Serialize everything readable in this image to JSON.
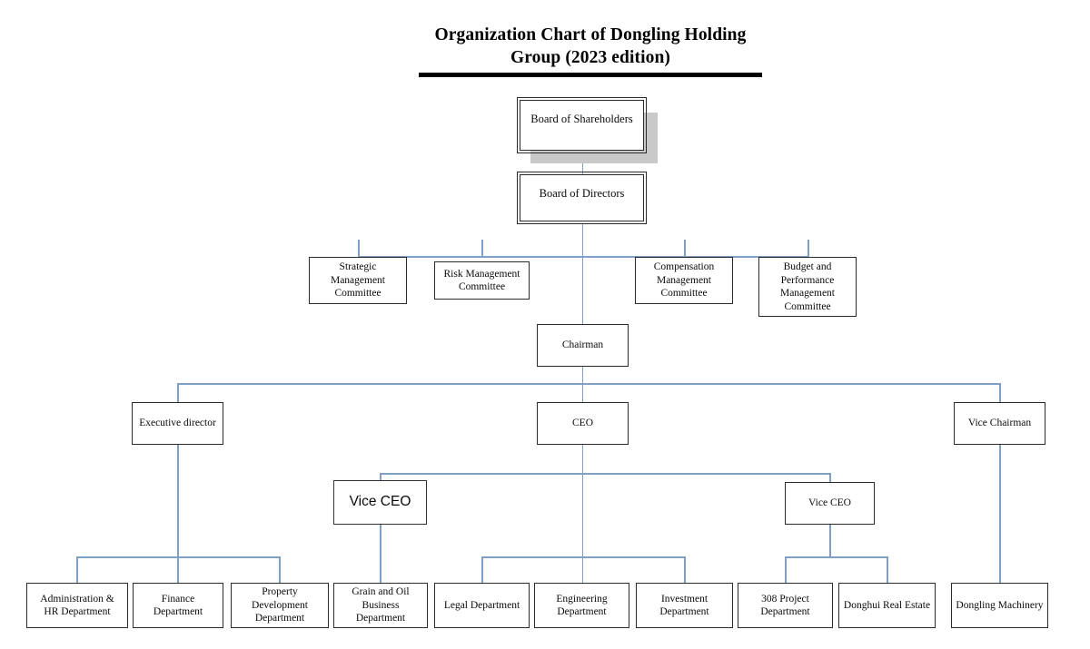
{
  "document": {
    "title": "Organization Chart of Dongling Holding\nGroup (2023 edition)",
    "title_plain": "Organization Chart of Dongling Holding Group (2023 edition)"
  },
  "colors": {
    "connector": "#7f9fc4",
    "box_border": "#2b2b2b",
    "shadow": "#c9c9c9",
    "background": "#ffffff",
    "text": "#0a0a0a"
  },
  "chart_data": {
    "type": "diagram",
    "diagram_type": "organization-chart",
    "title": "Organization Chart of Dongling Holding Group (2023 edition)",
    "nodes": [
      {
        "id": "shareholders",
        "label": "Board of Shareholders",
        "level": 0
      },
      {
        "id": "directors",
        "label": "Board of Directors",
        "level": 1
      },
      {
        "id": "strategic_committee",
        "label": "Strategic\nManagement\nCommittee",
        "level": 2
      },
      {
        "id": "risk_committee",
        "label": "Risk Management\nCommittee",
        "level": 2
      },
      {
        "id": "compensation_committee",
        "label": "Compensation\nManagement\nCommittee",
        "level": 2
      },
      {
        "id": "budget_committee",
        "label": "Budget and\nPerformance\nManagement\nCommittee",
        "level": 2
      },
      {
        "id": "chairman",
        "label": "Chairman",
        "level": 3
      },
      {
        "id": "executive_director",
        "label": "Executive director",
        "level": 4
      },
      {
        "id": "ceo",
        "label": "CEO",
        "level": 4
      },
      {
        "id": "vice_chairman",
        "label": "Vice Chairman",
        "level": 4
      },
      {
        "id": "vice_ceo_left",
        "label": "Vice CEO",
        "level": 5
      },
      {
        "id": "vice_ceo_right",
        "label": "Vice CEO",
        "level": 5
      },
      {
        "id": "admin_hr",
        "label": "Administration &\nHR Department",
        "level": 6
      },
      {
        "id": "finance",
        "label": "Finance Department",
        "level": 6
      },
      {
        "id": "property_dev",
        "label": "Property\nDevelopment\nDepartment",
        "level": 6
      },
      {
        "id": "grain_oil",
        "label": "Grain and Oil\nBusiness\nDepartment",
        "level": 6
      },
      {
        "id": "legal",
        "label": "Legal Department",
        "level": 6
      },
      {
        "id": "engineering",
        "label": "Engineering\nDepartment",
        "level": 6
      },
      {
        "id": "investment",
        "label": "Investment\nDepartment",
        "level": 6
      },
      {
        "id": "project_308",
        "label": "308 Project\nDepartment",
        "level": 6
      },
      {
        "id": "donghui_real_estate",
        "label": "Donghui Real Estate",
        "level": 6
      },
      {
        "id": "dongling_machinery",
        "label": "Dongling Machinery",
        "level": 6
      }
    ],
    "edges": [
      {
        "from": "shareholders",
        "to": "directors"
      },
      {
        "from": "directors",
        "to": "strategic_committee"
      },
      {
        "from": "directors",
        "to": "risk_committee"
      },
      {
        "from": "directors",
        "to": "compensation_committee"
      },
      {
        "from": "directors",
        "to": "budget_committee"
      },
      {
        "from": "directors",
        "to": "chairman"
      },
      {
        "from": "chairman",
        "to": "executive_director"
      },
      {
        "from": "chairman",
        "to": "ceo"
      },
      {
        "from": "chairman",
        "to": "vice_chairman"
      },
      {
        "from": "ceo",
        "to": "vice_ceo_left"
      },
      {
        "from": "ceo",
        "to": "vice_ceo_right"
      },
      {
        "from": "ceo",
        "to": "legal"
      },
      {
        "from": "ceo",
        "to": "engineering"
      },
      {
        "from": "ceo",
        "to": "investment"
      },
      {
        "from": "executive_director",
        "to": "admin_hr"
      },
      {
        "from": "executive_director",
        "to": "finance"
      },
      {
        "from": "executive_director",
        "to": "property_dev"
      },
      {
        "from": "vice_ceo_left",
        "to": "grain_oil"
      },
      {
        "from": "vice_ceo_right",
        "to": "project_308"
      },
      {
        "from": "vice_ceo_right",
        "to": "donghui_real_estate"
      },
      {
        "from": "vice_chairman",
        "to": "dongling_machinery"
      }
    ]
  },
  "nodes": {
    "shareholders": "Board of Shareholders",
    "directors": "Board of Directors",
    "strategic_committee": "Strategic\nManagement\nCommittee",
    "risk_committee": "Risk Management\nCommittee",
    "compensation_committee": "Compensation\nManagement\nCommittee",
    "budget_committee": "Budget and\nPerformance\nManagement\nCommittee",
    "chairman": "Chairman",
    "executive_director": "Executive director",
    "ceo": "CEO",
    "vice_chairman": "Vice Chairman",
    "vice_ceo_left": "Vice CEO",
    "vice_ceo_right": "Vice CEO",
    "admin_hr": "Administration &\nHR Department",
    "finance": "Finance Department",
    "property_dev": "Property\nDevelopment\nDepartment",
    "grain_oil": "Grain and Oil\nBusiness\nDepartment",
    "legal": "Legal Department",
    "engineering": "Engineering\nDepartment",
    "investment": "Investment\nDepartment",
    "project_308": "308 Project\nDepartment",
    "donghui_real_estate": "Donghui Real Estate",
    "dongling_machinery": "Dongling Machinery"
  }
}
